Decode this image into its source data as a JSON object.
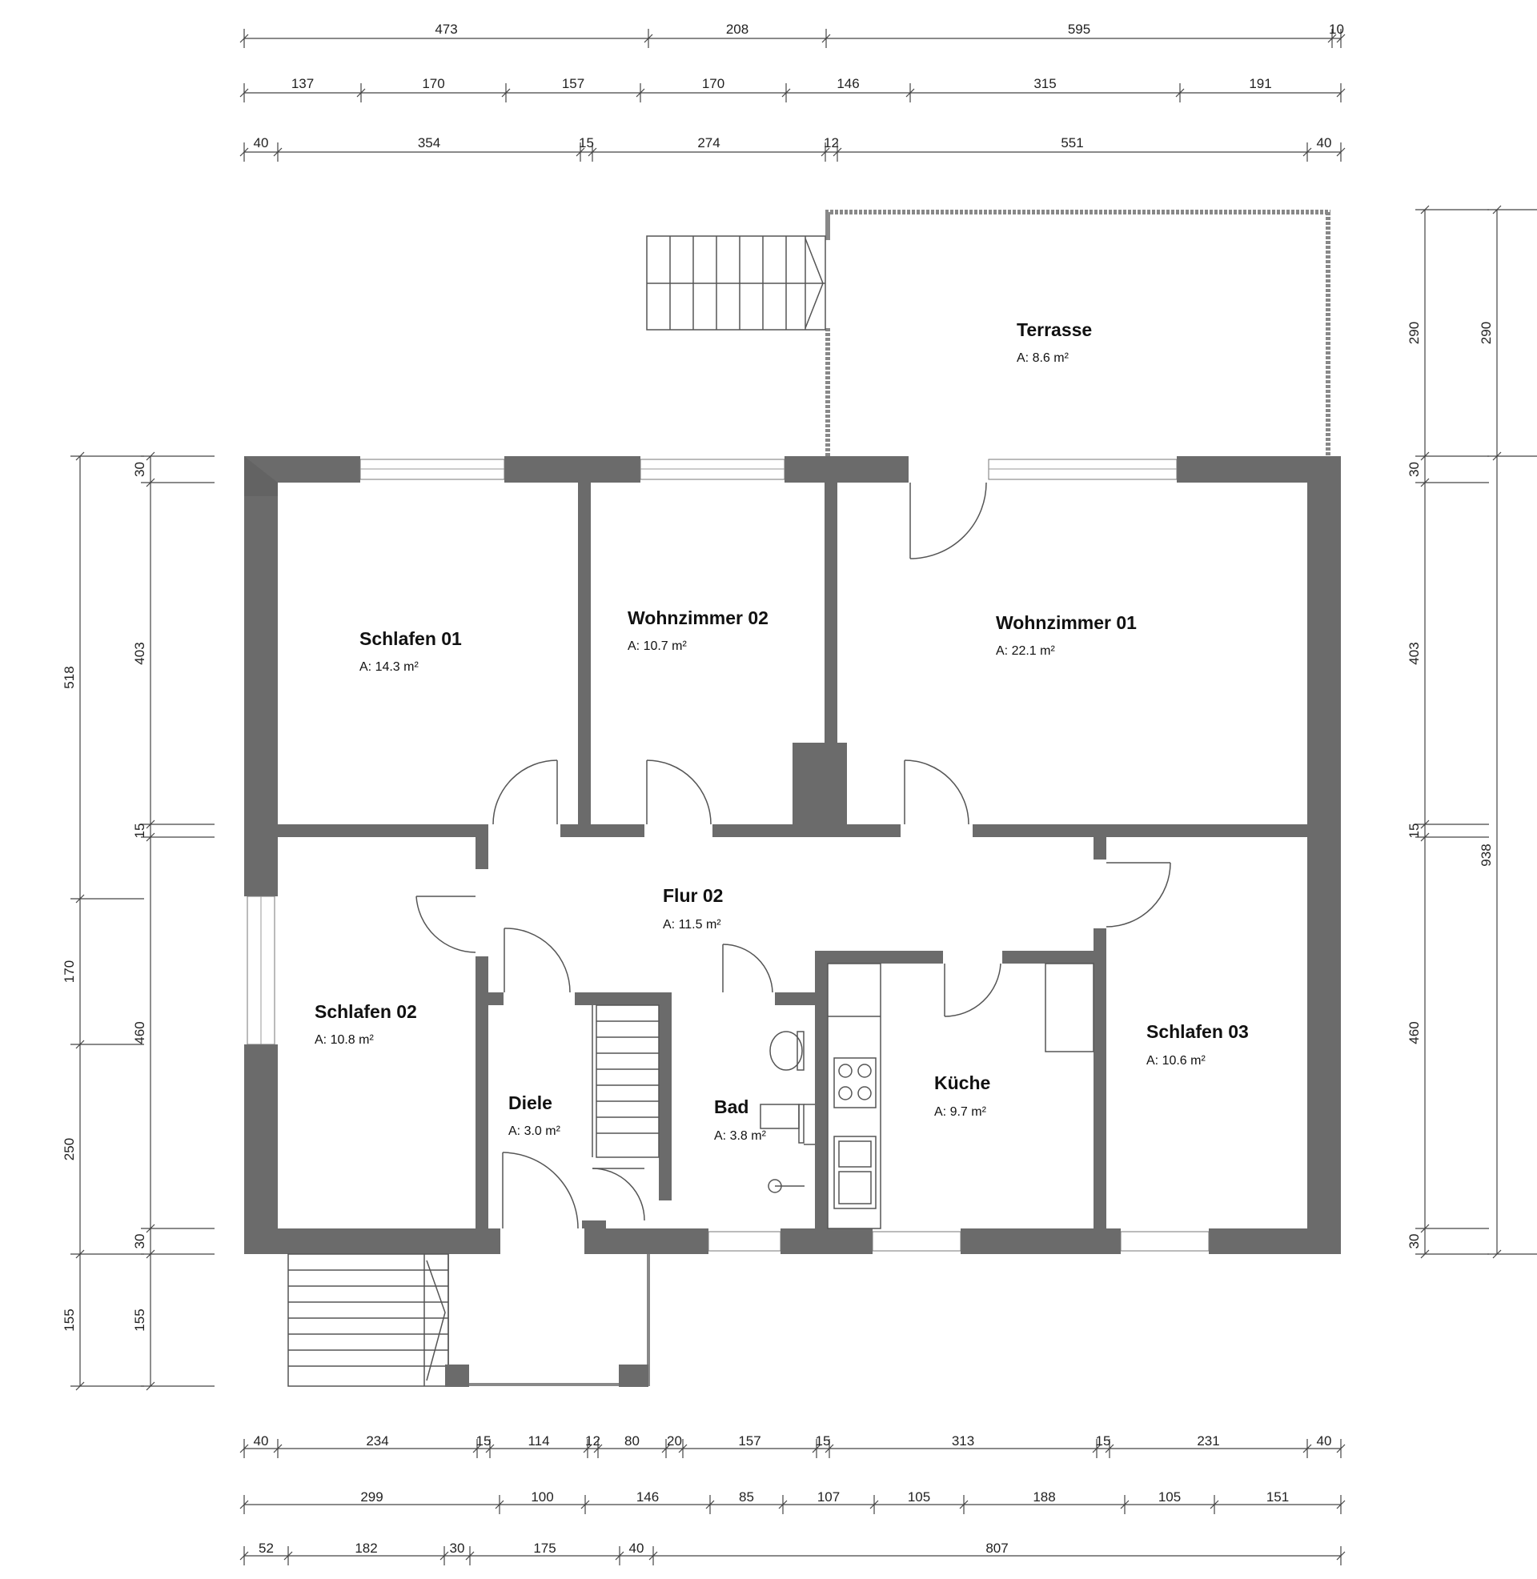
{
  "rooms": {
    "terrasse": {
      "name": "Terrasse",
      "area": "A: 8.6 m²"
    },
    "schlafen01": {
      "name": "Schlafen 01",
      "area": "A: 14.3 m²"
    },
    "wohnzimmer02": {
      "name": "Wohnzimmer 02",
      "area": "A: 10.7 m²"
    },
    "wohnzimmer01": {
      "name": "Wohnzimmer 01",
      "area": "A: 22.1 m²"
    },
    "flur02": {
      "name": "Flur 02",
      "area": "A: 11.5 m²"
    },
    "schlafen02": {
      "name": "Schlafen 02",
      "area": "A: 10.8 m²"
    },
    "diele": {
      "name": "Diele",
      "area": "A: 3.0 m²"
    },
    "bad": {
      "name": "Bad",
      "area": "A: 3.8 m²"
    },
    "kueche": {
      "name": "Küche",
      "area": "A: 9.7 m²"
    },
    "schlafen03": {
      "name": "Schlafen 03",
      "area": "A: 10.6 m²"
    }
  },
  "dimensions": {
    "top_row1": [
      "473",
      "208",
      "595",
      "10"
    ],
    "top_row2": [
      "137",
      "170",
      "157",
      "170",
      "146",
      "315",
      "191"
    ],
    "top_row3": [
      "40",
      "354",
      "15",
      "274",
      "12",
      "551",
      "40"
    ],
    "bottom_row1": [
      "40",
      "234",
      "15",
      "114",
      "12",
      "80",
      "20",
      "157",
      "15",
      "313",
      "15",
      "231",
      "40"
    ],
    "bottom_row2": [
      "299",
      "100",
      "146",
      "85",
      "107",
      "105",
      "188",
      "105",
      "151"
    ],
    "bottom_row3": [
      "52",
      "182",
      "30",
      "175",
      "40",
      "807"
    ],
    "left_outer": [
      "518",
      "170",
      "250",
      "155"
    ],
    "left_inner": [
      "30",
      "403",
      "15",
      "460",
      "30",
      "155"
    ],
    "right_inner": [
      "290",
      "30",
      "403",
      "15",
      "460",
      "30"
    ],
    "right_outer": [
      "290",
      "938"
    ]
  }
}
